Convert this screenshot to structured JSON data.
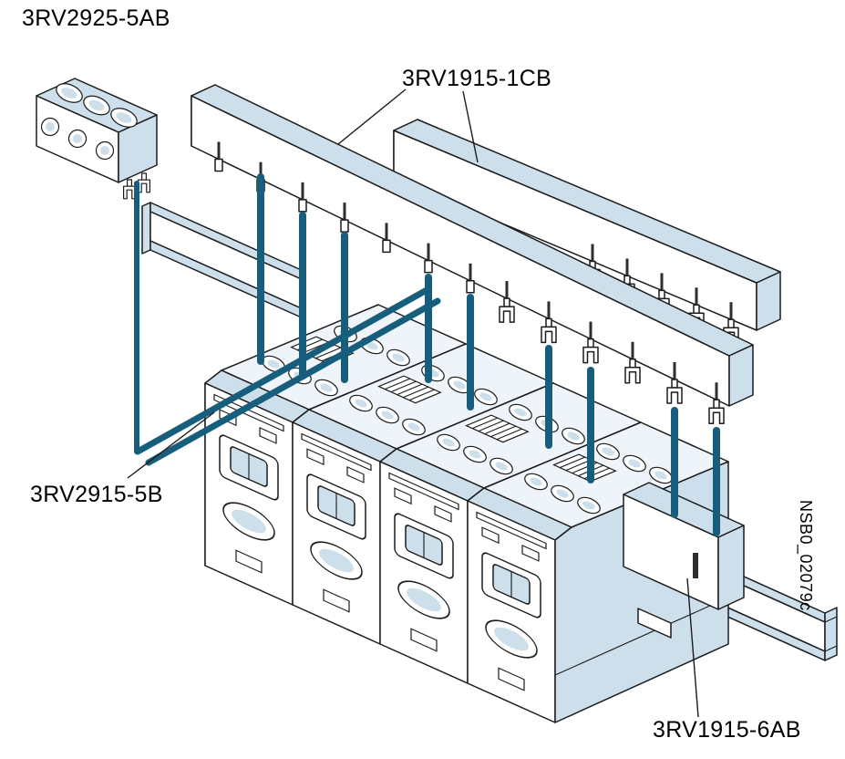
{
  "colors": {
    "background": "#ffffff",
    "outline": "#1c1c1c",
    "shade": "#cddfeb",
    "shade_light": "#eef4f9",
    "pin": "#175e7d",
    "slot": "#2e2e2e",
    "text": "#000000"
  },
  "labels": {
    "terminal_block": "3RV2925-5AB",
    "busbar": "3RV1915-1CB",
    "feeder_link": "3RV2915-5B",
    "infeed_terminal": "3RV1915-6AB",
    "drawing_number": "NSB0_02079c"
  }
}
